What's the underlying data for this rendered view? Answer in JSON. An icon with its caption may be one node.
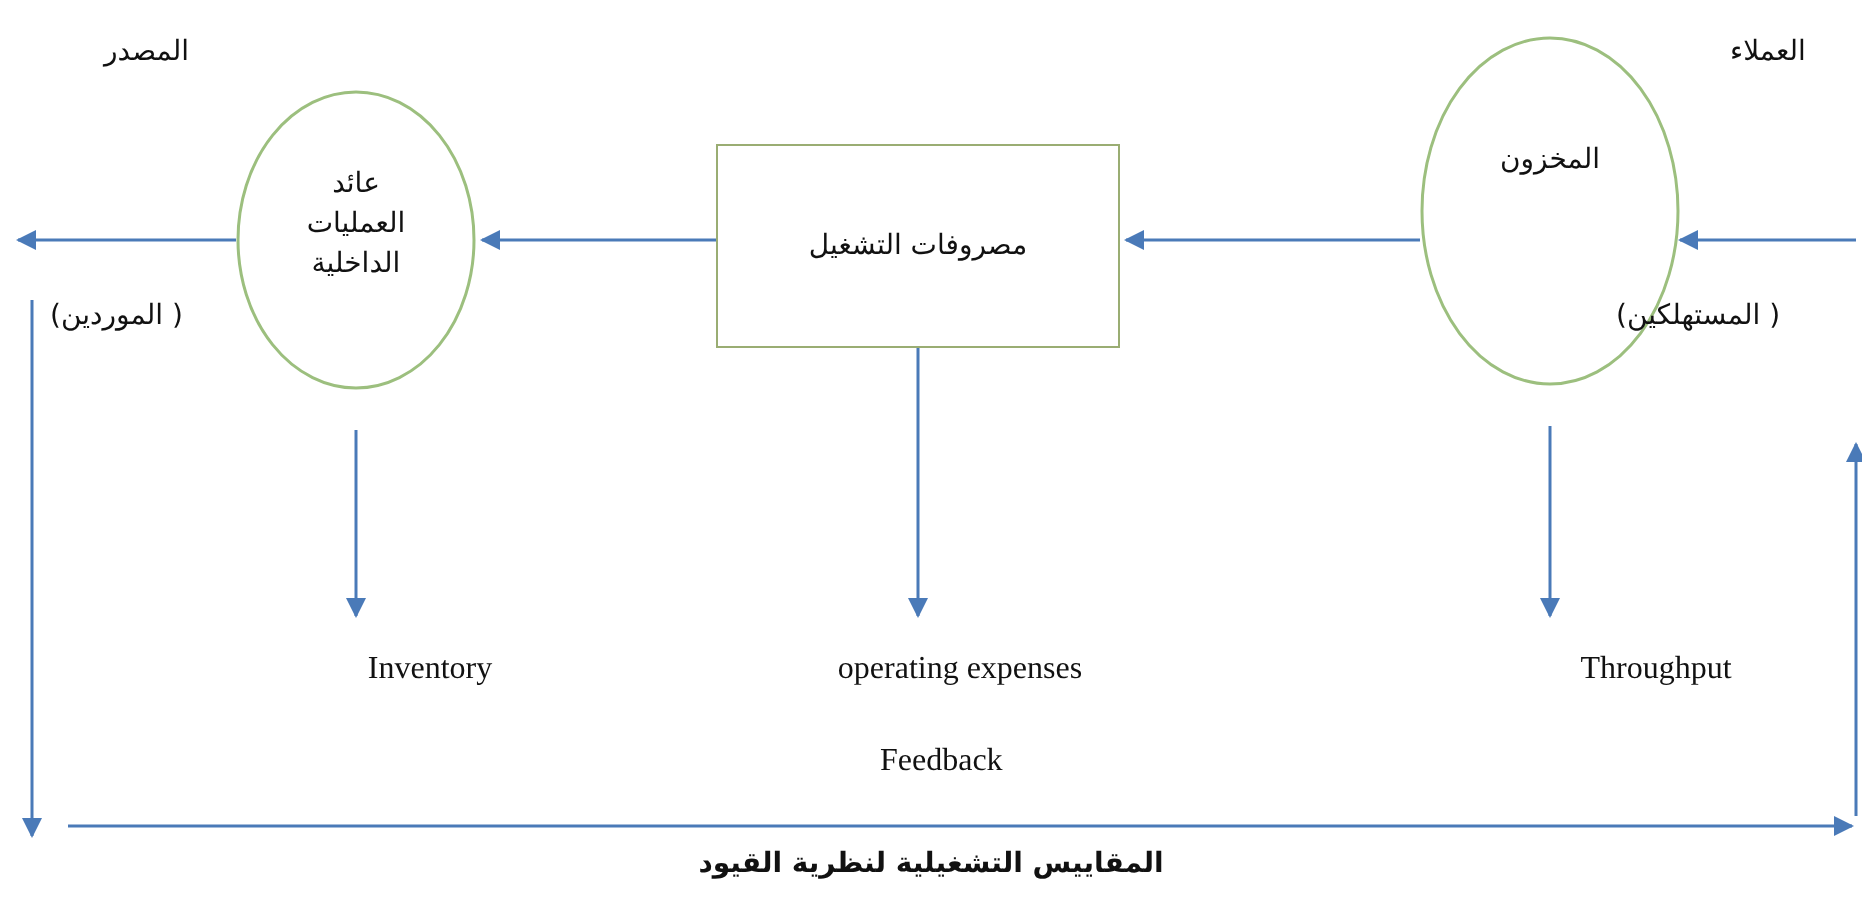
{
  "diagram": {
    "caption": "المقاييس التشغيلية لنظرية القيود",
    "nodes": [
      {
        "text": [
          "عائد العمليات الداخلية"
        ]
      },
      {
        "text": [
          "مصروفات التشغيل"
        ]
      },
      {
        "text": [
          "المخزون"
        ]
      },
      {
        "text": [
          "Inventory"
        ]
      },
      {
        "text": [
          "operating expenses"
        ]
      },
      {
        "text": [
          "Throughput"
        ]
      }
    ],
    "edges": [
      {
        "from": null,
        "to": 2,
        "arrow": "to"
      },
      {
        "from": 2,
        "to": 1,
        "arrow": "to"
      },
      {
        "from": 1,
        "to": 0,
        "arrow": "to"
      },
      {
        "from": 0,
        "to": null,
        "arrow": "to"
      },
      {
        "from": 0,
        "to": 3,
        "arrow": "to"
      },
      {
        "from": 1,
        "to": 4,
        "arrow": "to"
      },
      {
        "from": 2,
        "to": 5,
        "arrow": "to"
      }
    ],
    "labels": [
      "المصدر",
      "(الموردين )",
      "العملاء",
      "(المستهلكين )",
      "Feedback"
    ]
  }
}
